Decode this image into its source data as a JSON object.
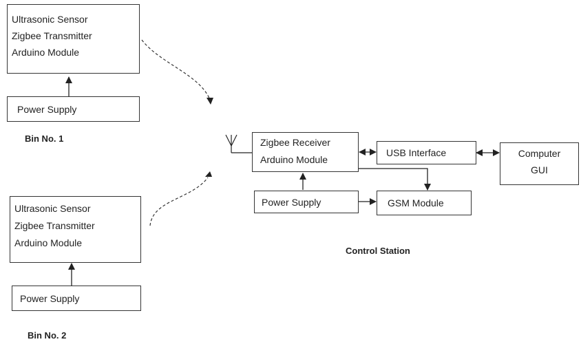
{
  "bin1": {
    "sensor_lines": [
      "Ultrasonic Sensor",
      "Zigbee Transmitter",
      "Arduino Module"
    ],
    "power_label": "Power Supply",
    "caption": "Bin No. 1"
  },
  "bin2": {
    "sensor_lines": [
      "Ultrasonic Sensor",
      "Zigbee Transmitter",
      "Arduino Module"
    ],
    "power_label": "Power Supply",
    "caption": "Bin No. 2"
  },
  "control": {
    "receiver_lines": [
      "Zigbee Receiver",
      "Arduino Module"
    ],
    "usb_label": "USB Interface",
    "computer_lines": [
      "Computer",
      "GUI"
    ],
    "power_label": "Power Supply",
    "gsm_label": "GSM Module",
    "caption": "Control Station"
  }
}
